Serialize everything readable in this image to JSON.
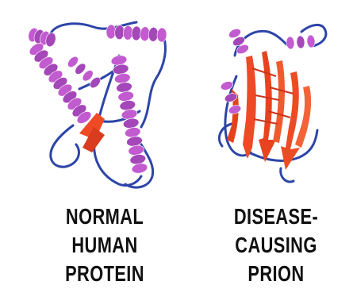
{
  "colors": {
    "helix": "#c25bcf",
    "helix_dark": "#a447b8",
    "loop": "#2d45a8",
    "sheet": "#ef4a26",
    "sheet_dark": "#c9341a",
    "text": "#111111",
    "background": "#ffffff"
  },
  "structures": [
    {
      "id": "normal",
      "caption_lines": [
        "NORMAL",
        "HUMAN",
        "PROTEIN"
      ],
      "content": "mostly alpha-helices with a small beta-sheet"
    },
    {
      "id": "prion",
      "caption_lines": [
        "DISEASE-",
        "CAUSING",
        "PRION"
      ],
      "content": "mostly beta-sheets with a few short alpha-helices"
    }
  ]
}
